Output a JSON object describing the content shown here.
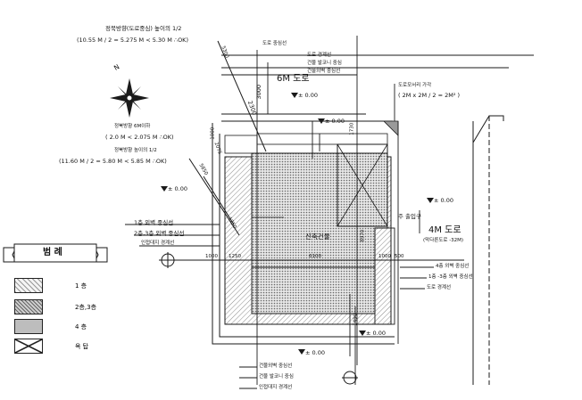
{
  "site_plan": {
    "labels": {
      "top_rule_title": "정북방향(도로중심) 높이의 1/2",
      "top_rule_formula": "(10.55 M / 2 = 5.275 M < 5.30 M    ∴OK)",
      "road_centerline_top": "도로 중심선",
      "road_boundary": "도로 경계선",
      "balcony_line": "건물 발코니 중심",
      "building_outer_wall": "건물외벽 중심선",
      "road_6m": "6M 도로",
      "setback_note": "도로모서리 가각",
      "setback_formula": "( 2M x 2M / 2 = 2M² )",
      "elev_1": "± 0.00",
      "elev_2": "± 0.00",
      "elev_3": "± 0.00",
      "elev_4": "± 0.00",
      "elev_5": "± 0.00",
      "elev_6": "± 0.00",
      "north_rule_title": "정북방향 6M이하",
      "north_rule_formula1": "( 2.0 M < 2.075 M    ∴OK)",
      "north_rule_title2": "정북방향 높이의 1/2",
      "north_rule_formula2": "(11.60 M / 2 = 5.80 M < 5.85 M    ∴OK)",
      "left_1f_line": "1층 외벽 중심선",
      "left_23f_line": "2층,3층 외벽 중심선",
      "left_boundary": "인접대지 경계선",
      "building_name": "신축건물",
      "main_entrance": "주 출입구",
      "road_4m": "4M 도로",
      "road_4m_sub": "(막다른도로 -32M)",
      "right_4f_line": "4층 외벽 중심선",
      "right_13f_line": "1층 -3층 외벽 중심선",
      "right_road_boundary": "도로 경계선",
      "bottom_outer_wall": "건물외벽 중심선",
      "bottom_balcony": "건물 발코니 중심",
      "bottom_boundary": "인접대지 경계선",
      "dim_3000": "3000",
      "dim_2300": "2300",
      "dim_1000a": "1000",
      "dim_1000b": "1000",
      "dim_1250": "1250",
      "dim_1250b": "1250",
      "dim_6100": "6100",
      "dim_1000c": "1000",
      "dim_500": "500",
      "dim_1730": "1730",
      "dim_8970": "8970",
      "dim_1490": "1490",
      "dim_2075": "2075",
      "dim_5850": "5850",
      "dim_5300": "5300",
      "north_mark": "N"
    },
    "legend": {
      "title": "범 례",
      "items": [
        {
          "label": "1 층",
          "fill": "light"
        },
        {
          "label": "2층,3층",
          "fill": "dense"
        },
        {
          "label": "4 층",
          "fill": "grey"
        },
        {
          "label": "옥 탑",
          "fill": "cross"
        }
      ]
    },
    "colors": {
      "ink": "#1a1a1a",
      "hatch_light": "#8a8a8a",
      "hatch_dense": "#5e5e5e",
      "swatch_grey": "#bdbdbd"
    }
  }
}
